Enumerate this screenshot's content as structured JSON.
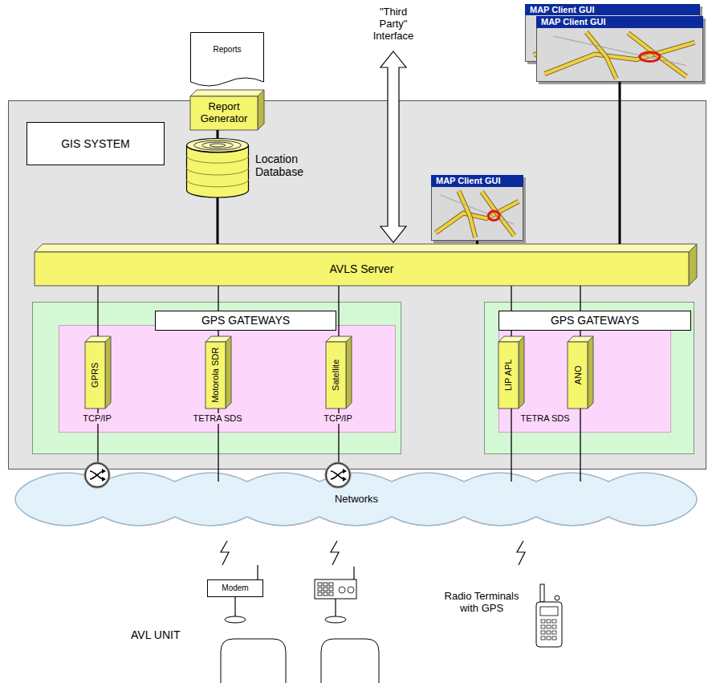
{
  "diagram": {
    "nodes": [
      {
        "text": [
          "Reports"
        ]
      },
      {
        "text": [
          "GIS SYSTEM"
        ]
      },
      {
        "text": [
          "Report Generator"
        ]
      },
      {
        "text": [
          "Location Database"
        ]
      },
      {
        "text": [
          "MAP Client GUI"
        ]
      },
      {
        "text": [
          "MAP Client GUI"
        ]
      },
      {
        "text": [
          "MAP Client GUI"
        ]
      },
      {
        "text": [
          "AVLS Server"
        ]
      },
      {
        "text": [
          "GPS GATEWAYS"
        ]
      },
      {
        "text": [
          "GPRS"
        ],
        "in": 8
      },
      {
        "text": [
          "Motorola SDR"
        ],
        "in": 8
      },
      {
        "text": [
          "Satellite"
        ],
        "in": 8
      },
      {
        "text": [
          "GPS GATEWAYS"
        ]
      },
      {
        "text": [
          "LIP APL"
        ],
        "in": 12
      },
      {
        "text": [
          "ANO"
        ],
        "in": 12
      },
      {
        "text": [
          "Networks"
        ]
      },
      {
        "text": [
          "Modem"
        ]
      }
    ],
    "edges": [
      {
        "from": 2,
        "to": 3,
        "arrow": "none"
      },
      {
        "from": 3,
        "to": 7,
        "arrow": "none"
      },
      {
        "from": 7,
        "to": 6,
        "arrow": "none"
      },
      {
        "from": 7,
        "to": 5,
        "arrow": "none"
      },
      {
        "from": 7,
        "to": 9,
        "arrow": "none"
      },
      {
        "from": 7,
        "to": 10,
        "arrow": "none"
      },
      {
        "from": 7,
        "to": 11,
        "arrow": "none"
      },
      {
        "from": 7,
        "to": 13,
        "arrow": "none"
      },
      {
        "from": 7,
        "to": 14,
        "arrow": "none"
      },
      {
        "from": 9,
        "to": 15,
        "arrow": "none"
      },
      {
        "from": 10,
        "to": 15,
        "arrow": "none"
      },
      {
        "from": 11,
        "to": 15,
        "arrow": "none"
      },
      {
        "from": 13,
        "to": 15,
        "arrow": "none"
      },
      {
        "from": 14,
        "to": 15,
        "arrow": "none"
      }
    ],
    "labels": [
      "\"Third Party\" Interface",
      "TCP/IP",
      "TETRA SDS",
      "TCP/IP",
      "TETRA SDS",
      "AVL UNIT",
      "Radio Terminals with GPS"
    ]
  }
}
